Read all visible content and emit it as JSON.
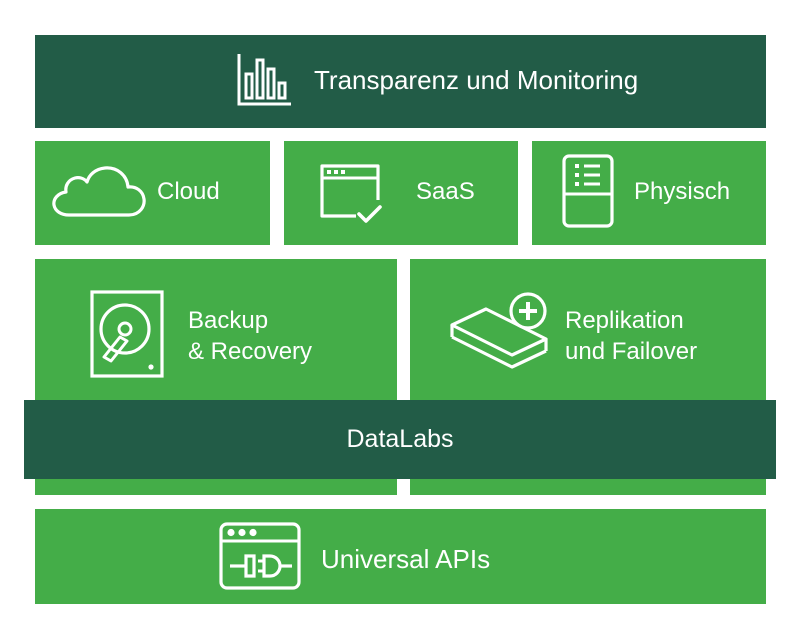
{
  "colors": {
    "dark_green": "#225c47",
    "light_green": "#44ad48",
    "icon_stroke": "#ffffff",
    "background": "#ffffff"
  },
  "layers": {
    "monitoring": {
      "label": "Transparenz und Monitoring",
      "icon": "bar-chart-icon"
    },
    "environments": [
      {
        "label": "Cloud",
        "icon": "cloud-icon"
      },
      {
        "label": "SaaS",
        "icon": "browser-check-icon"
      },
      {
        "label": "Physisch",
        "icon": "server-icon"
      }
    ],
    "services": [
      {
        "line1": "Backup",
        "line2": "& Recovery",
        "icon": "hard-disk-icon"
      },
      {
        "line1": "Replikation",
        "line2": "und Failover",
        "icon": "layers-plus-icon"
      }
    ],
    "datalabs": {
      "label": "DataLabs"
    },
    "apis": {
      "label": "Universal APIs",
      "icon": "api-plug-window-icon"
    }
  }
}
